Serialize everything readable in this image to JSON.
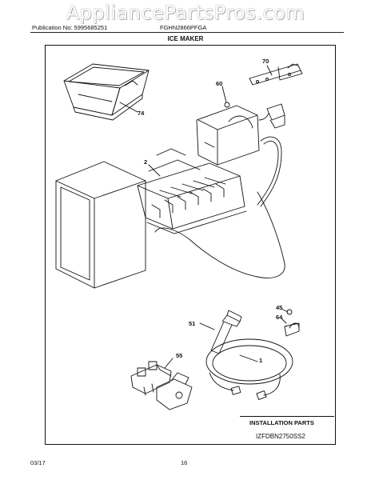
{
  "watermark": "AppliancePartsPros.com",
  "header": {
    "publication": "Publication No: 5995685251",
    "model": "FGHN2866PFGA",
    "section_title": "ICE MAKER"
  },
  "diagram": {
    "callouts": {
      "bin": "74",
      "bracket": "70",
      "screw_60": "60",
      "ice_maker": "2",
      "screw_45": "45",
      "clamp": "64",
      "fill_tube": "51",
      "valve": "55",
      "water_line": "1"
    },
    "installation_label": "INSTALLATION PARTS",
    "drawing_code": "IZFDBN2750SS2"
  },
  "footer": {
    "date": "03/17",
    "page_number": "16"
  }
}
